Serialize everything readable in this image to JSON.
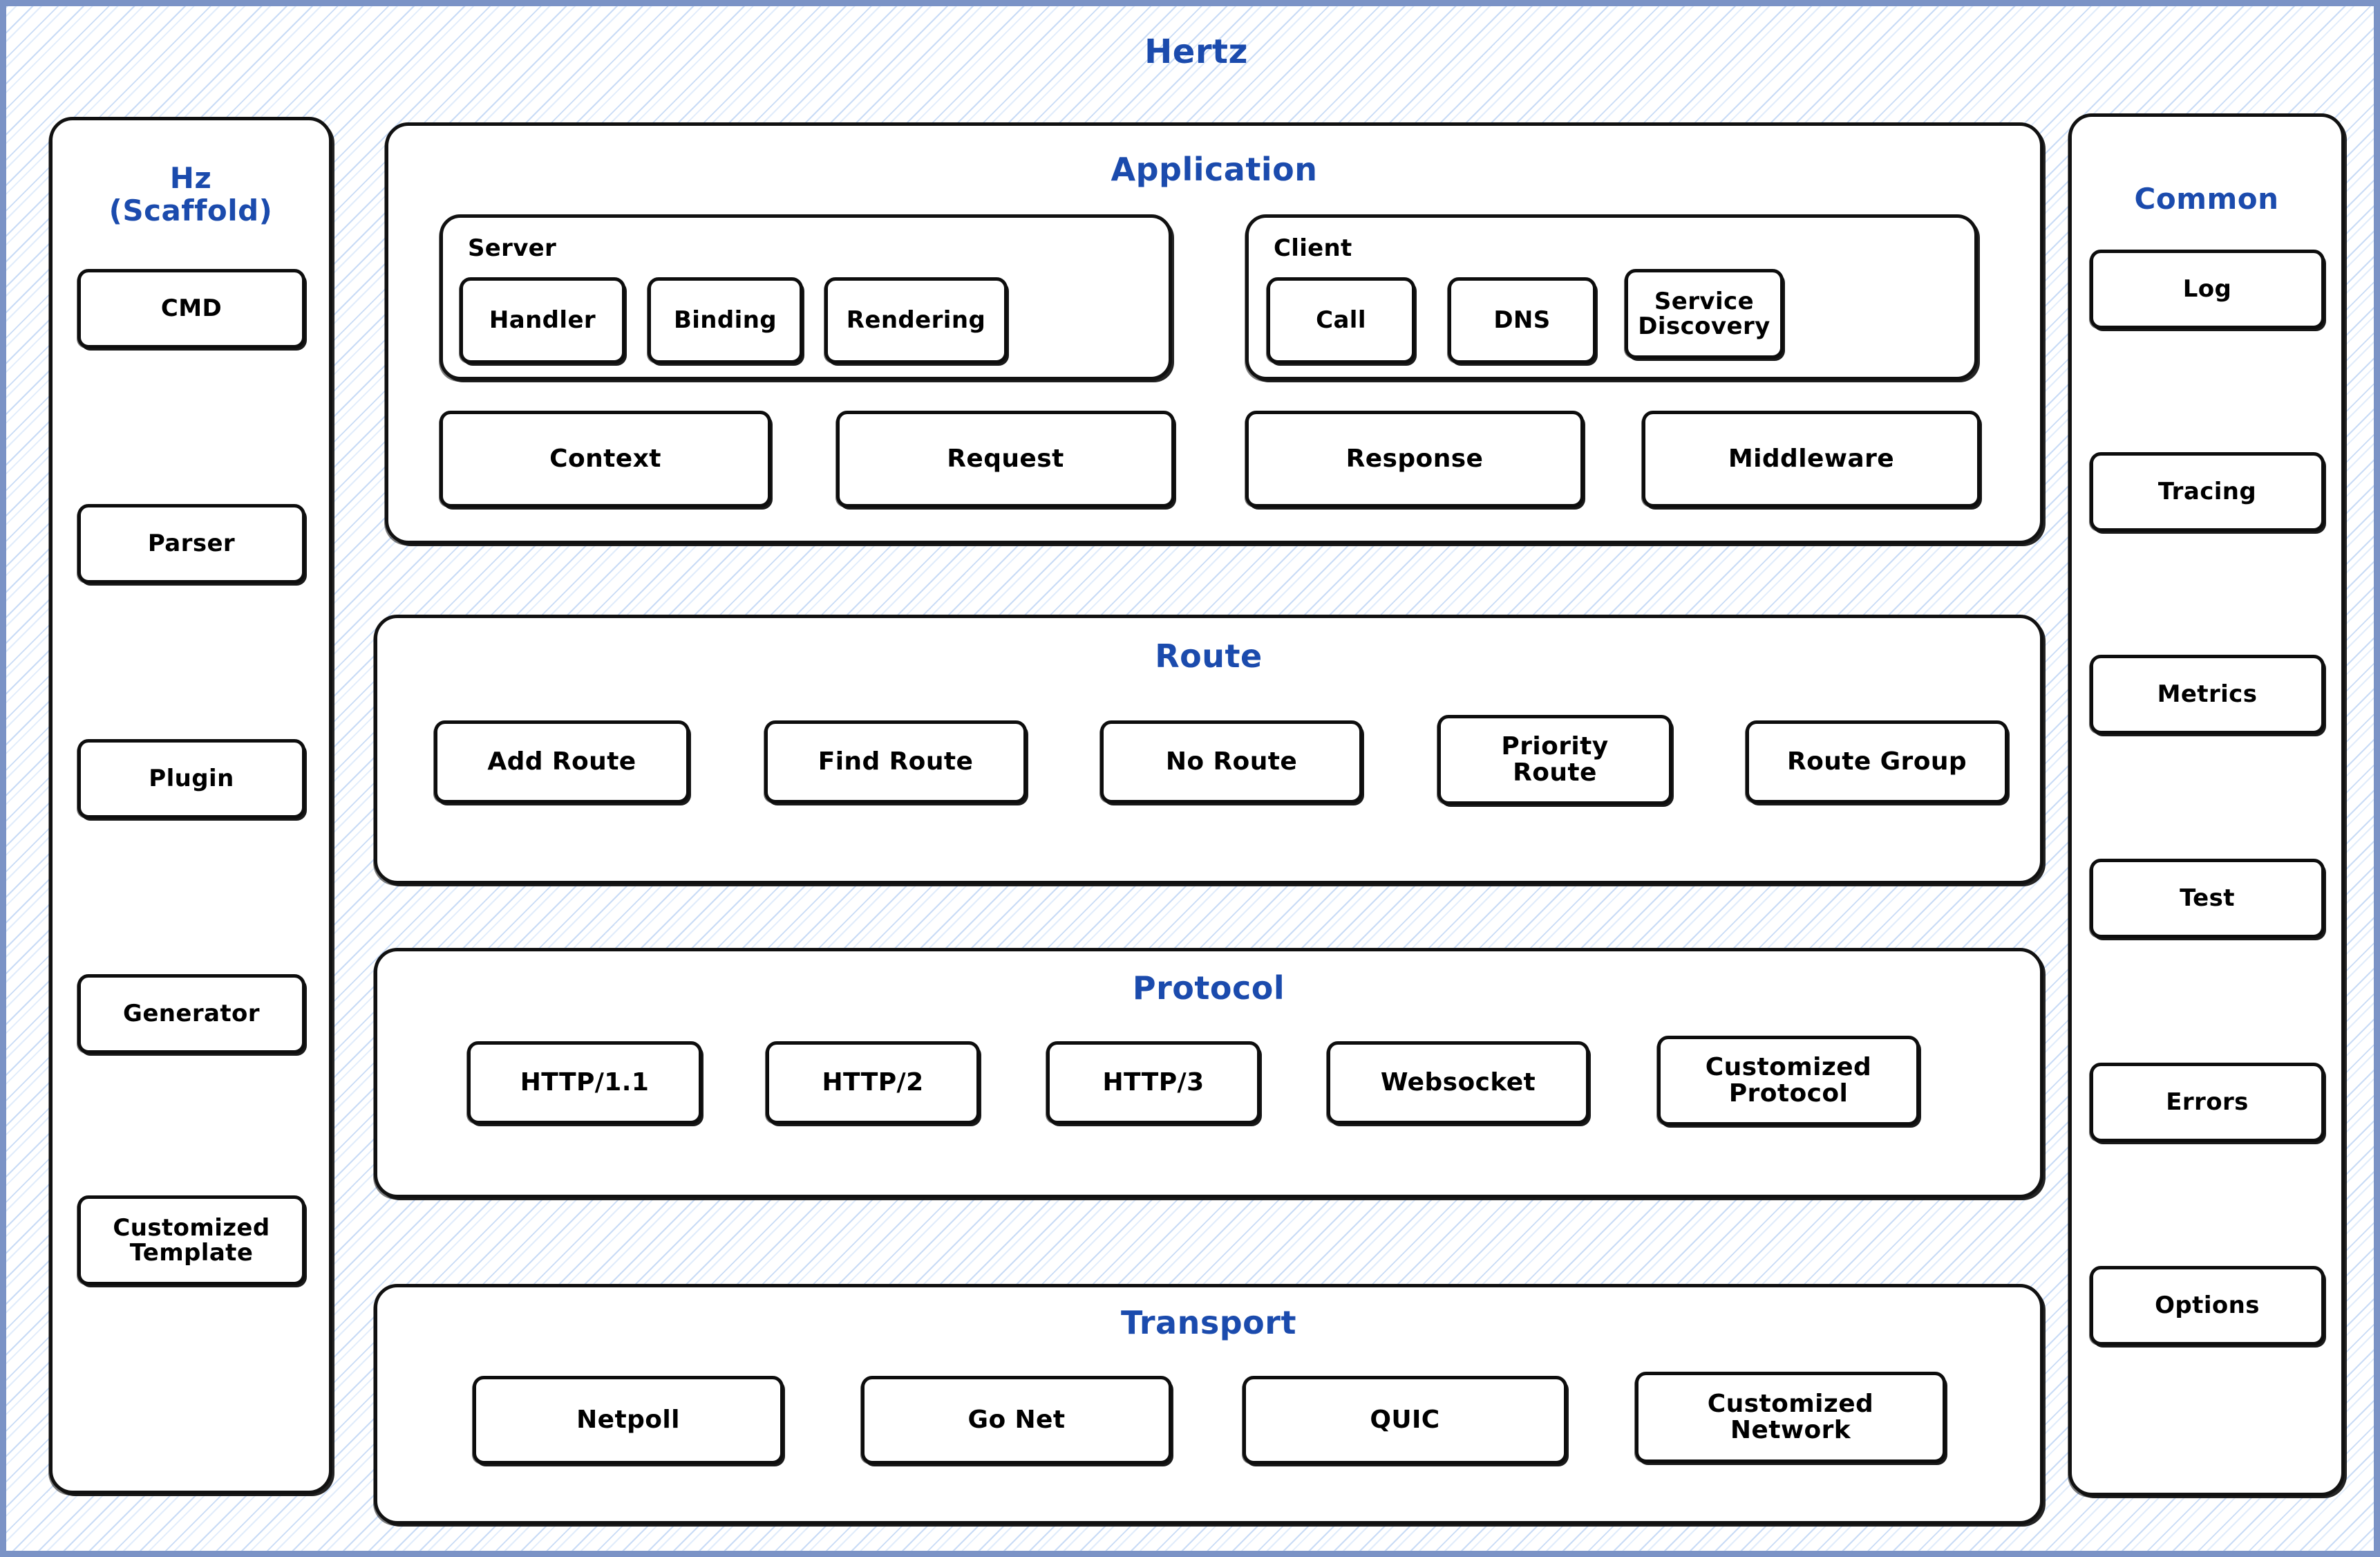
{
  "diagram": {
    "title": "Hertz",
    "accent_color": "#1b4bad",
    "border_color": "#7b93c6",
    "hatch_color": "#c5d9f5",
    "stroke_color": "#111111"
  },
  "scaffold": {
    "title": "Hz\n(Scaffold)",
    "items": [
      {
        "label": "CMD"
      },
      {
        "label": "Parser"
      },
      {
        "label": "Plugin"
      },
      {
        "label": "Generator"
      },
      {
        "label": "Customized\nTemplate"
      }
    ]
  },
  "application": {
    "title": "Application",
    "server": {
      "label": "Server",
      "items": [
        {
          "label": "Handler"
        },
        {
          "label": "Binding"
        },
        {
          "label": "Rendering"
        }
      ]
    },
    "client": {
      "label": "Client",
      "items": [
        {
          "label": "Call"
        },
        {
          "label": "DNS"
        },
        {
          "label": "Service\nDiscovery"
        }
      ]
    },
    "items": [
      {
        "label": "Context"
      },
      {
        "label": "Request"
      },
      {
        "label": "Response"
      },
      {
        "label": "Middleware"
      }
    ]
  },
  "route": {
    "title": "Route",
    "items": [
      {
        "label": "Add Route"
      },
      {
        "label": "Find Route"
      },
      {
        "label": "No Route"
      },
      {
        "label": "Priority\nRoute"
      },
      {
        "label": "Route Group"
      }
    ]
  },
  "protocol": {
    "title": "Protocol",
    "items": [
      {
        "label": "HTTP/1.1"
      },
      {
        "label": "HTTP/2"
      },
      {
        "label": "HTTP/3"
      },
      {
        "label": "Websocket"
      },
      {
        "label": "Customized\nProtocol"
      }
    ]
  },
  "transport": {
    "title": "Transport",
    "items": [
      {
        "label": "Netpoll"
      },
      {
        "label": "Go Net"
      },
      {
        "label": "QUIC"
      },
      {
        "label": "Customized\nNetwork"
      }
    ]
  },
  "common": {
    "title": "Common",
    "items": [
      {
        "label": "Log"
      },
      {
        "label": "Tracing"
      },
      {
        "label": "Metrics"
      },
      {
        "label": "Test"
      },
      {
        "label": "Errors"
      },
      {
        "label": "Options"
      }
    ]
  }
}
